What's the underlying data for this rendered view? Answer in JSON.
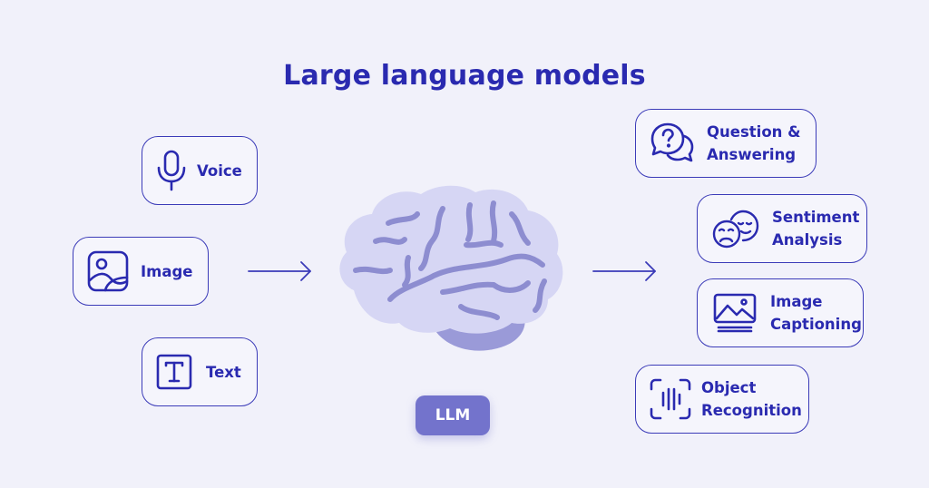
{
  "title": "Large language models",
  "inputs": {
    "voice": {
      "label": "Voice",
      "icon": "microphone-icon"
    },
    "image": {
      "label": "Image",
      "icon": "image-icon"
    },
    "text": {
      "label": "Text",
      "icon": "text-icon"
    }
  },
  "center": {
    "badge": "LLM",
    "icon": "brain-icon"
  },
  "outputs": {
    "qa": {
      "label": "Question &\nAnswering",
      "icon": "question-chat-icon"
    },
    "sentiment": {
      "label": "Sentiment\nAnalysis",
      "icon": "faces-icon"
    },
    "captioning": {
      "label": "Image\nCaptioning",
      "icon": "image-caption-icon"
    },
    "object": {
      "label": "Object\nRecognition",
      "icon": "scan-icon"
    }
  },
  "colors": {
    "background": "#f1f1fa",
    "accent": "#2a2ab0",
    "brain_light": "#d6d6f4",
    "brain_dark": "#9a9ad8",
    "badge": "#7373cc"
  }
}
